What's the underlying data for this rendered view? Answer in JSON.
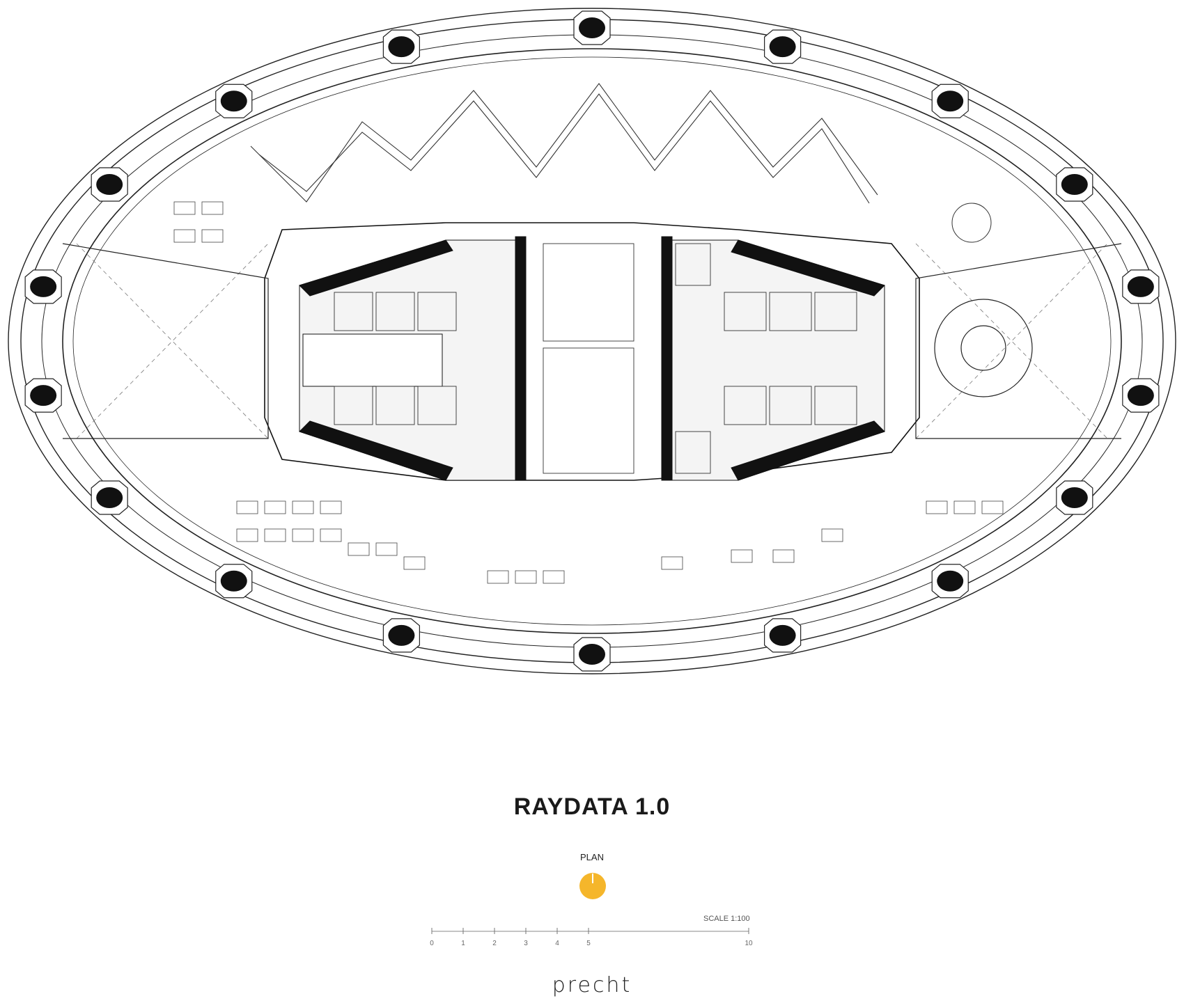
{
  "drawing": {
    "title": "RAYDATA 1.0",
    "view_label": "PLAN",
    "scale_label": "SCALE 1:100",
    "scale_ticks": [
      "0",
      "1",
      "2",
      "3",
      "4",
      "5",
      "10"
    ],
    "logo_text": "precht",
    "accent_color": "#F5B62B",
    "line_color": "#1a1a1a"
  }
}
